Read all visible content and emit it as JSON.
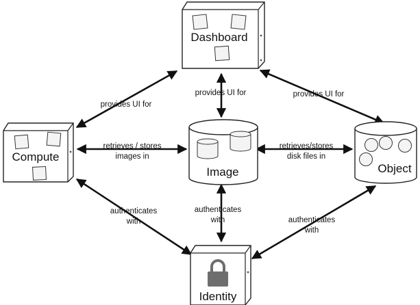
{
  "nodes": {
    "dashboard": "Dashboard",
    "compute": "Compute",
    "image": "Image",
    "object": "Object",
    "identity": "Identity"
  },
  "edges": {
    "dashboard_compute": [
      "provides UI for"
    ],
    "dashboard_image": [
      "provides UI for"
    ],
    "dashboard_object": [
      "provides UI for"
    ],
    "compute_image": [
      "retrieves / stores",
      "images in"
    ],
    "object_image": [
      "retrieves/stores",
      "disk files in"
    ],
    "compute_identity": [
      "authenticates",
      "with"
    ],
    "image_identity": [
      "authenticates",
      "with"
    ],
    "object_identity": [
      "authenticates",
      "with"
    ]
  },
  "icons": {
    "server": "server-box-icon",
    "database": "database-cylinder-icon",
    "lock": "padlock-icon"
  },
  "colors": {
    "stroke": "#222222",
    "fill": "#ffffff",
    "lock": "#6e6e6e"
  }
}
